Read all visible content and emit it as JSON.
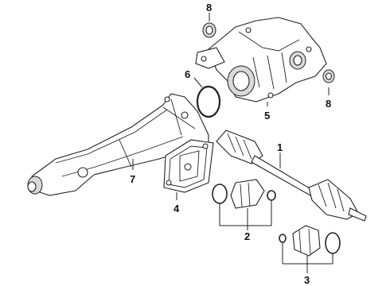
{
  "callouts": {
    "c1": "1",
    "c2": "2",
    "c3": "3",
    "c4": "4",
    "c5": "5",
    "c6": "6",
    "c7": "7",
    "c8_top": "8",
    "c8_right": "8"
  }
}
